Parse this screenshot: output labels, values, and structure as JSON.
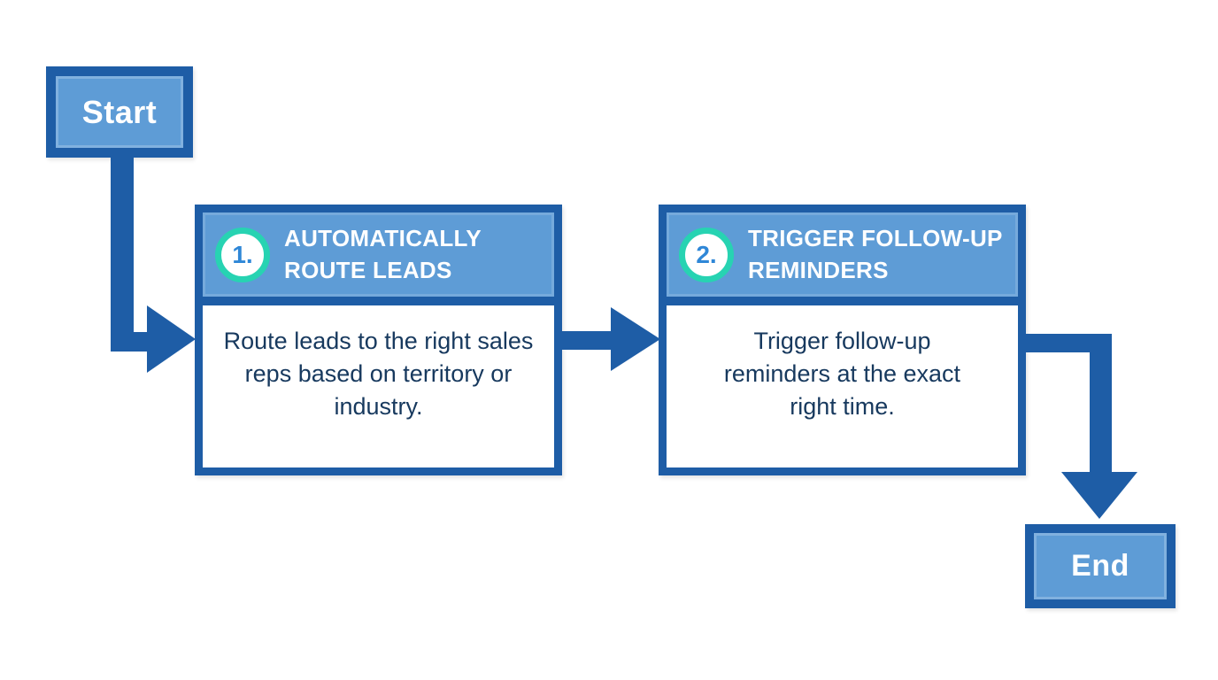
{
  "colors": {
    "arrow_and_border_blue": "#1e5da6",
    "node_fill_blue": "#5e9cd6",
    "badge_ring_teal": "#27d3b2",
    "badge_number_blue": "#2f87d7",
    "body_text_navy": "#17395e",
    "header_text_white": "#ffffff"
  },
  "flowchart": {
    "start": {
      "label": "Start"
    },
    "steps": [
      {
        "number": "1.",
        "title": "AUTOMATICALLY ROUTE LEADS",
        "description": "Route leads to the right sales reps based on territory or industry."
      },
      {
        "number": "2.",
        "title": "TRIGGER FOLLOW-UP REMINDERS",
        "description": "Trigger follow-up reminders at the exact right time."
      }
    ],
    "end": {
      "label": "End"
    },
    "connections": [
      {
        "from": "start",
        "to": "step-1",
        "shape": "down-then-right-arrow"
      },
      {
        "from": "step-1",
        "to": "step-2",
        "shape": "right-arrow"
      },
      {
        "from": "step-2",
        "to": "end",
        "shape": "right-then-down-arrow"
      }
    ]
  }
}
